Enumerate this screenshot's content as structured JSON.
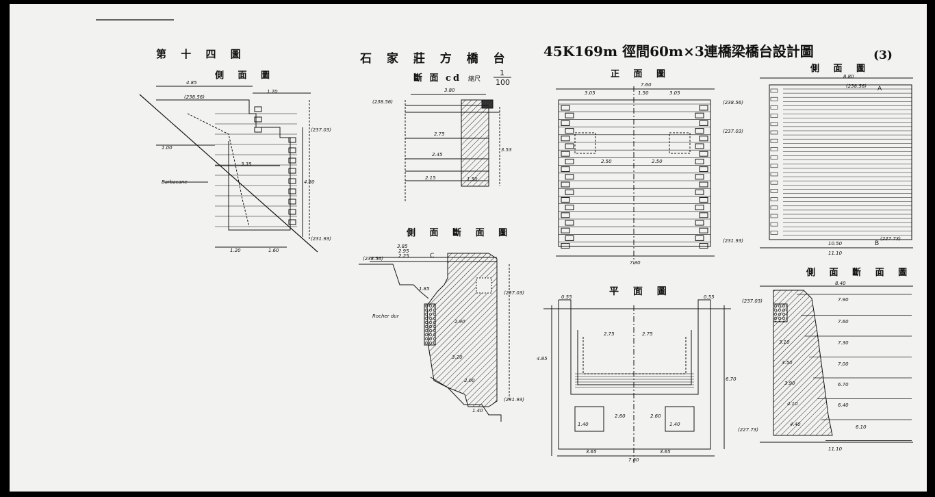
{
  "title": {
    "main": "45K169m 徑間60m×3連橋梁橋台設計圖",
    "sheet_no": "(3)"
  },
  "figure_no": "第 十 四 圖",
  "subtitles": {
    "left_side": "側 面 圖",
    "shijiazhuang": "石 家 莊 方 橋 台",
    "section_cd": "斷 面 cd",
    "scale_prefix": "縮尺",
    "scale_num": "1",
    "scale_den": "100",
    "side_section_mid": "側 面 斷 面 圖",
    "front": "正 面 圖",
    "plan": "平 面 圖",
    "right_side": "側 面 圖",
    "right_side_section": "側 面 斷 面 圖"
  },
  "annotations": {
    "barbacane": "Barbacane",
    "rocher": "Rocher dur",
    "letter_a": "A",
    "letter_b": "B",
    "letter_c": "C"
  },
  "dims": {
    "d_485": "4.85",
    "d_170": "1.70",
    "d_23856": "(238.56)",
    "d_23703": "(237.03)",
    "d_23193": "(231.93)",
    "d_335": "3.35",
    "d_100": "1.00",
    "d_120": "1.20",
    "d_160": "1.60",
    "d_480": "4.80",
    "d_380": "3.80",
    "d_275": "2.75",
    "d_245": "2.45",
    "d_215": "2.15",
    "d_150": "1.50",
    "d_353": "3.53",
    "d_385": "3.85",
    "d_295": "2.95",
    "d_225": "2.25",
    "d_185": "1.85",
    "d_290": "2.90",
    "d_320": "3.20",
    "d_200": "2.00",
    "d_140": "1.40",
    "d_760": "7.60",
    "d_305": "3.05",
    "d_250": "2.50",
    "d_730": "7.30",
    "d_880": "8.80",
    "d_2385": "(238.56)",
    "d_1050": "10.50",
    "d_22773": "(227.73)",
    "d_1110": "11.10",
    "d_840": "8.40",
    "d_790": "7.90",
    "d_760b": "7.60",
    "d_730b": "7.30",
    "d_700": "7.00",
    "d_670": "6.70",
    "d_640": "6.40",
    "d_610": "6.10",
    "d_310": "3.10",
    "d_350": "3.50",
    "d_390": "3.90",
    "d_410": "4.10",
    "d_440": "4.40",
    "d_365": "3.65",
    "d_260": "2.60",
    "d_670b": "6.70",
    "d_055": "0.55",
    "d_485b": "4.85"
  }
}
